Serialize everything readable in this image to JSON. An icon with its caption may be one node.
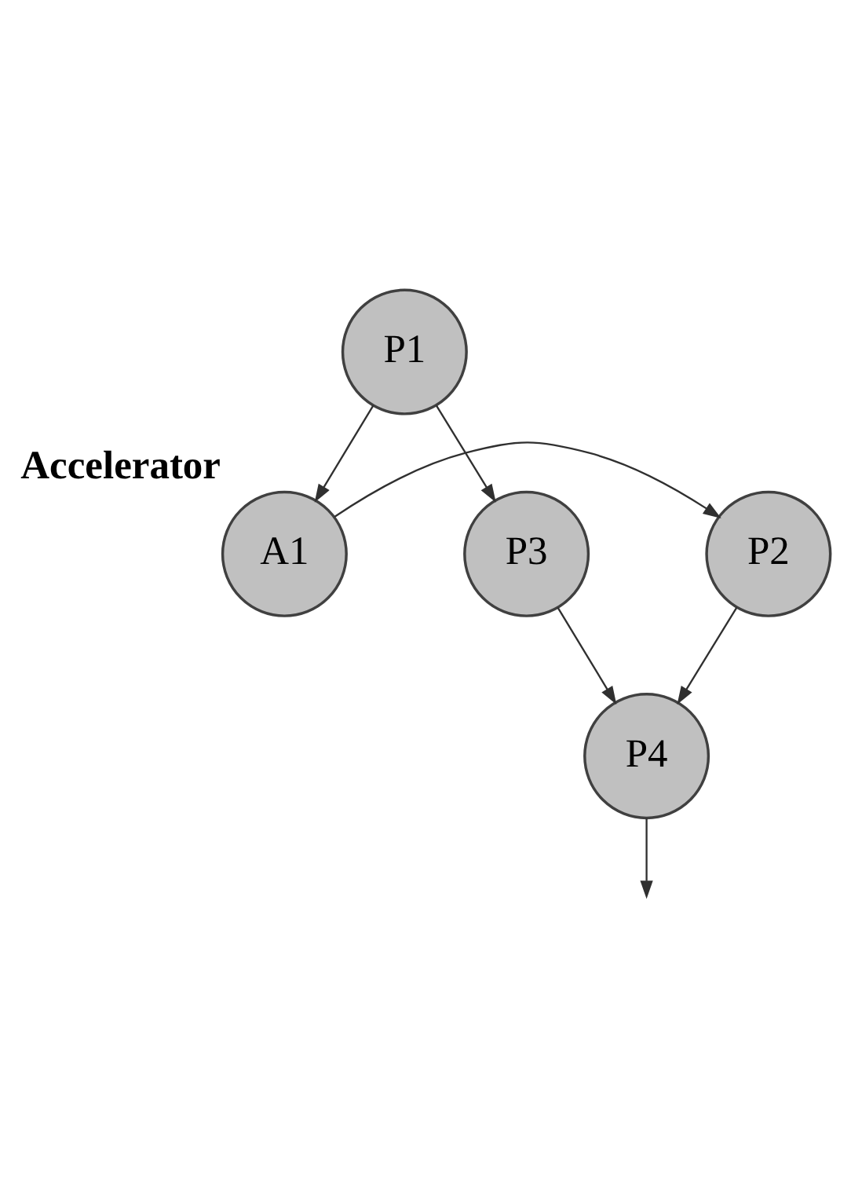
{
  "diagram": {
    "nodes": [
      {
        "text": [
          "P1"
        ]
      },
      {
        "text": [
          "P2"
        ]
      },
      {
        "text": [
          "A1"
        ],
        "beside": [
          "Accelerator"
        ]
      },
      {
        "text": [
          "P3"
        ]
      },
      {
        "text": [
          "P4"
        ]
      }
    ],
    "edges": [
      {
        "from": 0,
        "to": 2,
        "arrow": "to"
      },
      {
        "from": 2,
        "to": 1,
        "arrow": "to"
      },
      {
        "from": 0,
        "to": 3,
        "arrow": "to"
      },
      {
        "from": 1,
        "to": 4,
        "arrow": "to"
      },
      {
        "from": 3,
        "to": 4,
        "arrow": "to"
      },
      {
        "from": 4,
        "to": null,
        "arrow": "to"
      }
    ]
  }
}
